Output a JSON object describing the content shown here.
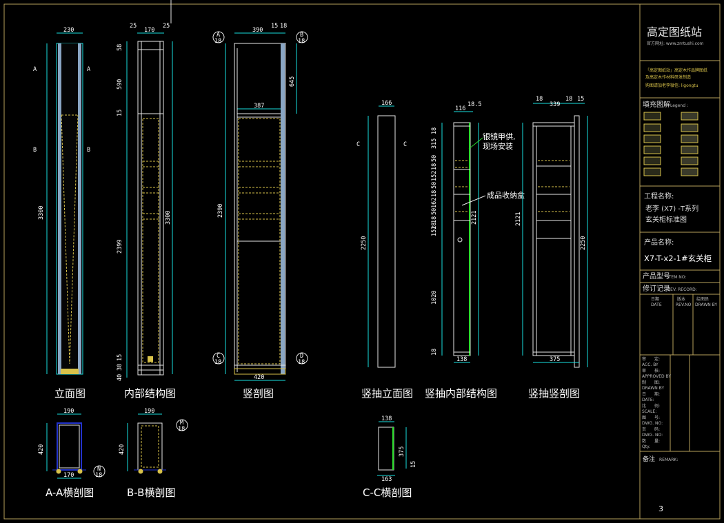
{
  "brand": {
    "title": "高定图纸站",
    "site": "官方网址: www.zmtushi.com",
    "notes": [
      "「高定图纸站」高定木作品牌图纸",
      "及高定木作材料研发制造",
      "购图请加老李微信: ligongtu"
    ]
  },
  "legend": {
    "title": "填充图解",
    "sub": "Legend :"
  },
  "project": {
    "label": "工程名称:",
    "line1": "老李 (X7) -T系列",
    "line2": "玄关柜标准图"
  },
  "product": {
    "label": "产品名称:",
    "value": "X7-T-x2-1#玄关柜"
  },
  "item_no": {
    "label": "产品型号",
    "en": "ITEM NO:"
  },
  "revision": {
    "label": "修订记录",
    "en": "REV. RECORD:"
  },
  "rev_cols": [
    {
      "cn": "日期",
      "en": "DATE"
    },
    {
      "cn": "版本",
      "en": "REV.NO"
    },
    {
      "cn": "绘图员",
      "en": "DRAWN BY"
    }
  ],
  "sign_rows": [
    {
      "cn": "审　　定:",
      "en": "ACC. BY"
    },
    {
      "cn": "审　　核:",
      "en": "APPROVED BY"
    },
    {
      "cn": "制　　图:",
      "en": "DRAWN BY"
    },
    {
      "cn": "日　　期:",
      "en": "DATE:"
    },
    {
      "cn": "比　　例:",
      "en": "SCALE:"
    },
    {
      "cn": "图　　号:",
      "en": "DWG. NO:"
    },
    {
      "cn": "页　　码:",
      "en": "DWG. NO:"
    },
    {
      "cn": "数　　量:",
      "en": "Qty."
    }
  ],
  "remark": {
    "cn": "备注",
    "en": "REMARK:"
  },
  "page_number": "3",
  "views": {
    "front": "立面图",
    "inner": "内部结构图",
    "section": "竖剖图",
    "drawer_front": "竖抽立面图",
    "drawer_inner": "竖抽内部结构图",
    "drawer_section": "竖抽竖剖图",
    "aa": "A-A横剖图",
    "bb": "B-B横剖图",
    "cc": "C-C横剖图"
  },
  "callouts": {
    "mirror": [
      "银镜甲供,",
      "现场安装"
    ],
    "box": "成品收纳盒"
  },
  "section_marks": {
    "A": "A",
    "B": "B",
    "C": "C",
    "D": "D",
    "M": "M",
    "N": "N",
    "sheet": "18"
  },
  "dims": {
    "front_w": "230",
    "front_h": "3300",
    "inner_a": "25",
    "inner_b": "170",
    "inner_c": "25",
    "inner_v": [
      "58",
      "590",
      "15",
      "2399",
      "15",
      "30",
      "40"
    ],
    "inner_h": "3300",
    "sec_w": "390",
    "sec_a": "15",
    "sec_b": "18",
    "sec_inner": "387",
    "sec_top": "645",
    "sec_h": "2390",
    "sec_bottom": "420",
    "df_w": "166",
    "df_h": "2250",
    "di_w1": "116",
    "di_w2": "18.5",
    "di_v": [
      "18",
      "315",
      "50",
      "18",
      "152",
      "50",
      "18",
      "162",
      "50",
      "18",
      "18",
      "152",
      "1020",
      "18"
    ],
    "di_h": "2121",
    "di_bottom": "138",
    "ds_a": "18",
    "ds_b": "339",
    "ds_c": "18",
    "ds_d": "15",
    "ds_h1": "2121",
    "ds_h2": "2250",
    "ds_bottom": "375",
    "aa_w": "190",
    "aa_h": "420",
    "aa_b": "170",
    "bb_w": "190",
    "bb_h": "420",
    "cc_w": "138",
    "cc_h": "375",
    "cc_s": "15",
    "cc_b": "163"
  }
}
